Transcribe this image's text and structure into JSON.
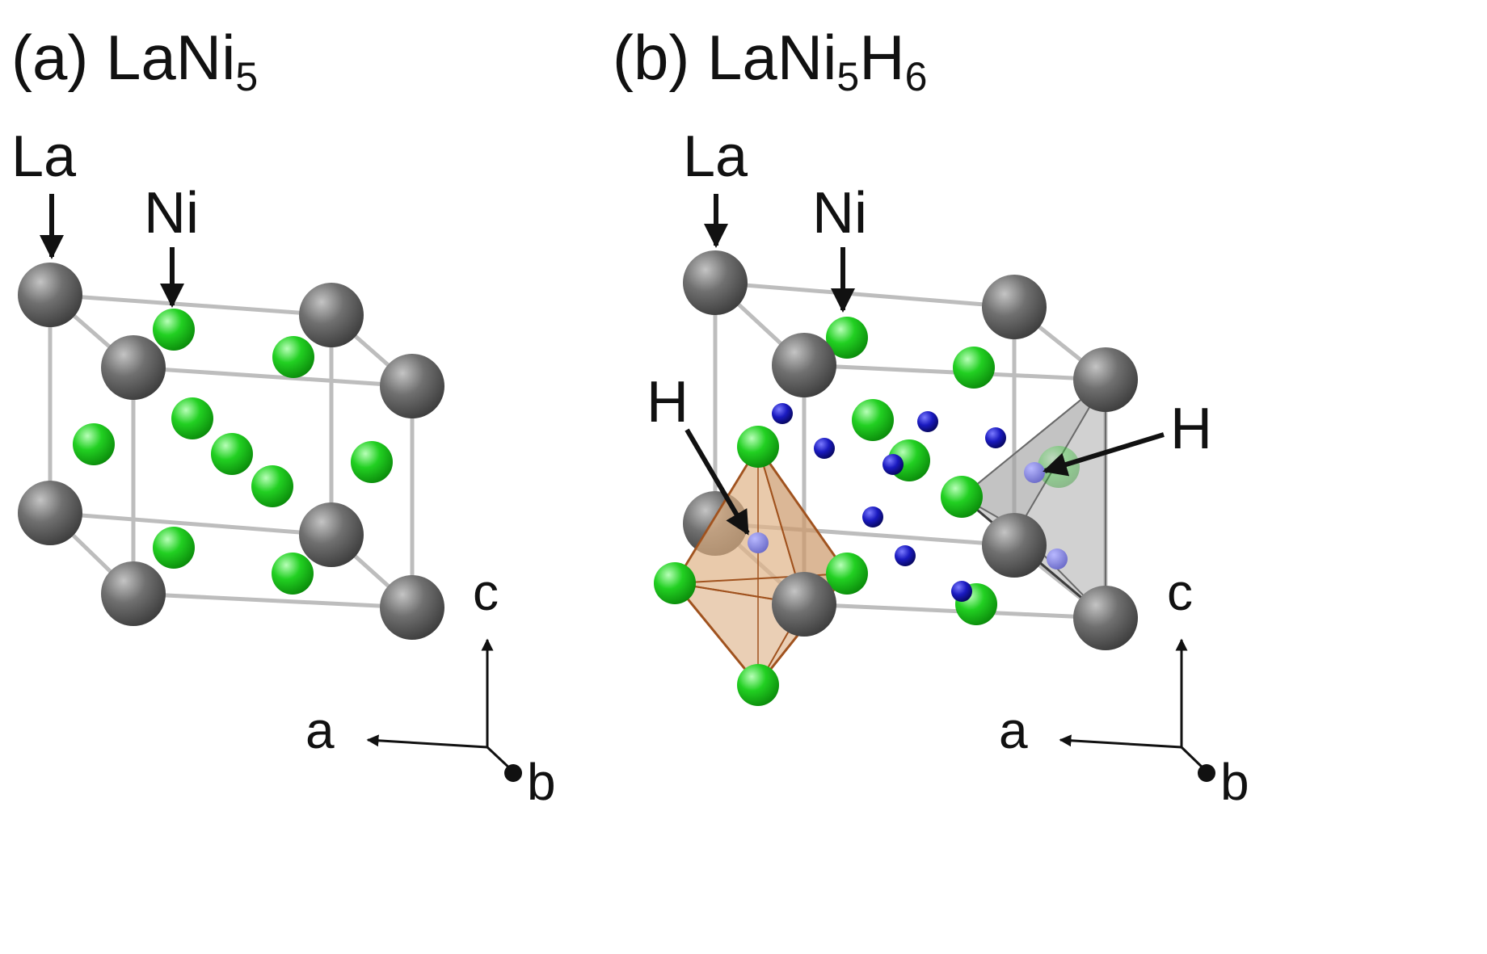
{
  "panels": [
    {
      "id": "a",
      "title": {
        "prefix": "(a) LaNi",
        "sub1": "5",
        "mid": "",
        "sub2": ""
      },
      "labels": {
        "la": "La",
        "ni": "Ni"
      }
    },
    {
      "id": "b",
      "title": {
        "prefix": "(b) LaNi",
        "sub1": "5",
        "mid": "H",
        "sub2": "6"
      },
      "labels": {
        "la": "La",
        "ni": "Ni",
        "h_left": "H",
        "h_right": "H"
      }
    }
  ],
  "axes": {
    "a": "a",
    "b": "b",
    "c": "c"
  },
  "colors": {
    "la_atom": "#6b6b6b",
    "ni_atom": "#1fd31f",
    "h_atom": "#1010b0",
    "bond": "#bdbdbd",
    "octahedron": "#d8a878",
    "tetrahedron": "#9a9a9a"
  }
}
